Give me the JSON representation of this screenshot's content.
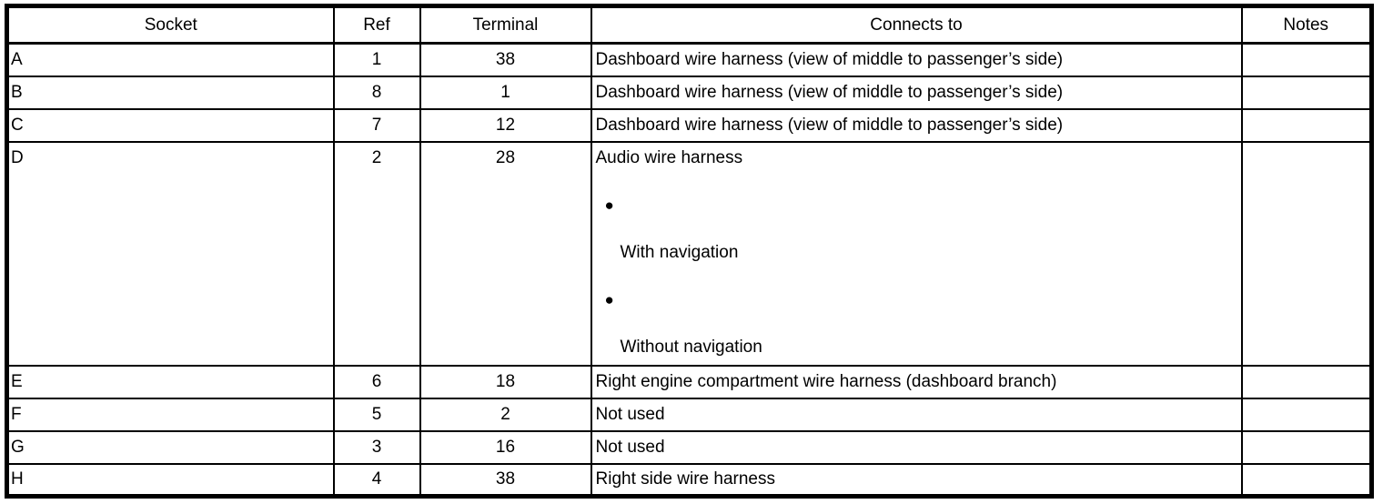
{
  "colors": {
    "border": "#000000",
    "background": "#ffffff",
    "text": "#000000"
  },
  "table": {
    "headers": [
      "Socket",
      "Ref",
      "Terminal",
      "Connects to",
      "Notes"
    ],
    "bullet_glyph": "●",
    "rows": [
      {
        "socket": "A",
        "ref": "1",
        "terminal": "38",
        "connects_to": "Dashboard wire harness (view of middle to passenger’s side)",
        "notes": ""
      },
      {
        "socket": "B",
        "ref": "8",
        "terminal": "1",
        "connects_to": "Dashboard wire harness (view of middle to passenger’s side)",
        "notes": ""
      },
      {
        "socket": "C",
        "ref": "7",
        "terminal": "12",
        "connects_to": "Dashboard wire harness (view of middle to passenger’s side)",
        "notes": ""
      },
      {
        "socket": "D",
        "ref": "2",
        "terminal": "28",
        "connects_to": "Audio wire harness",
        "bullets": [
          "With navigation",
          "Without navigation"
        ],
        "notes": ""
      },
      {
        "socket": "E",
        "ref": "6",
        "terminal": "18",
        "connects_to": "Right engine compartment wire harness (dashboard branch)",
        "notes": ""
      },
      {
        "socket": "F",
        "ref": "5",
        "terminal": "2",
        "connects_to": "Not used",
        "notes": ""
      },
      {
        "socket": "G",
        "ref": "3",
        "terminal": "16",
        "connects_to": "Not used",
        "notes": ""
      },
      {
        "socket": "H",
        "ref": "4",
        "terminal": "38",
        "connects_to": "Right side wire harness",
        "notes": ""
      }
    ]
  }
}
